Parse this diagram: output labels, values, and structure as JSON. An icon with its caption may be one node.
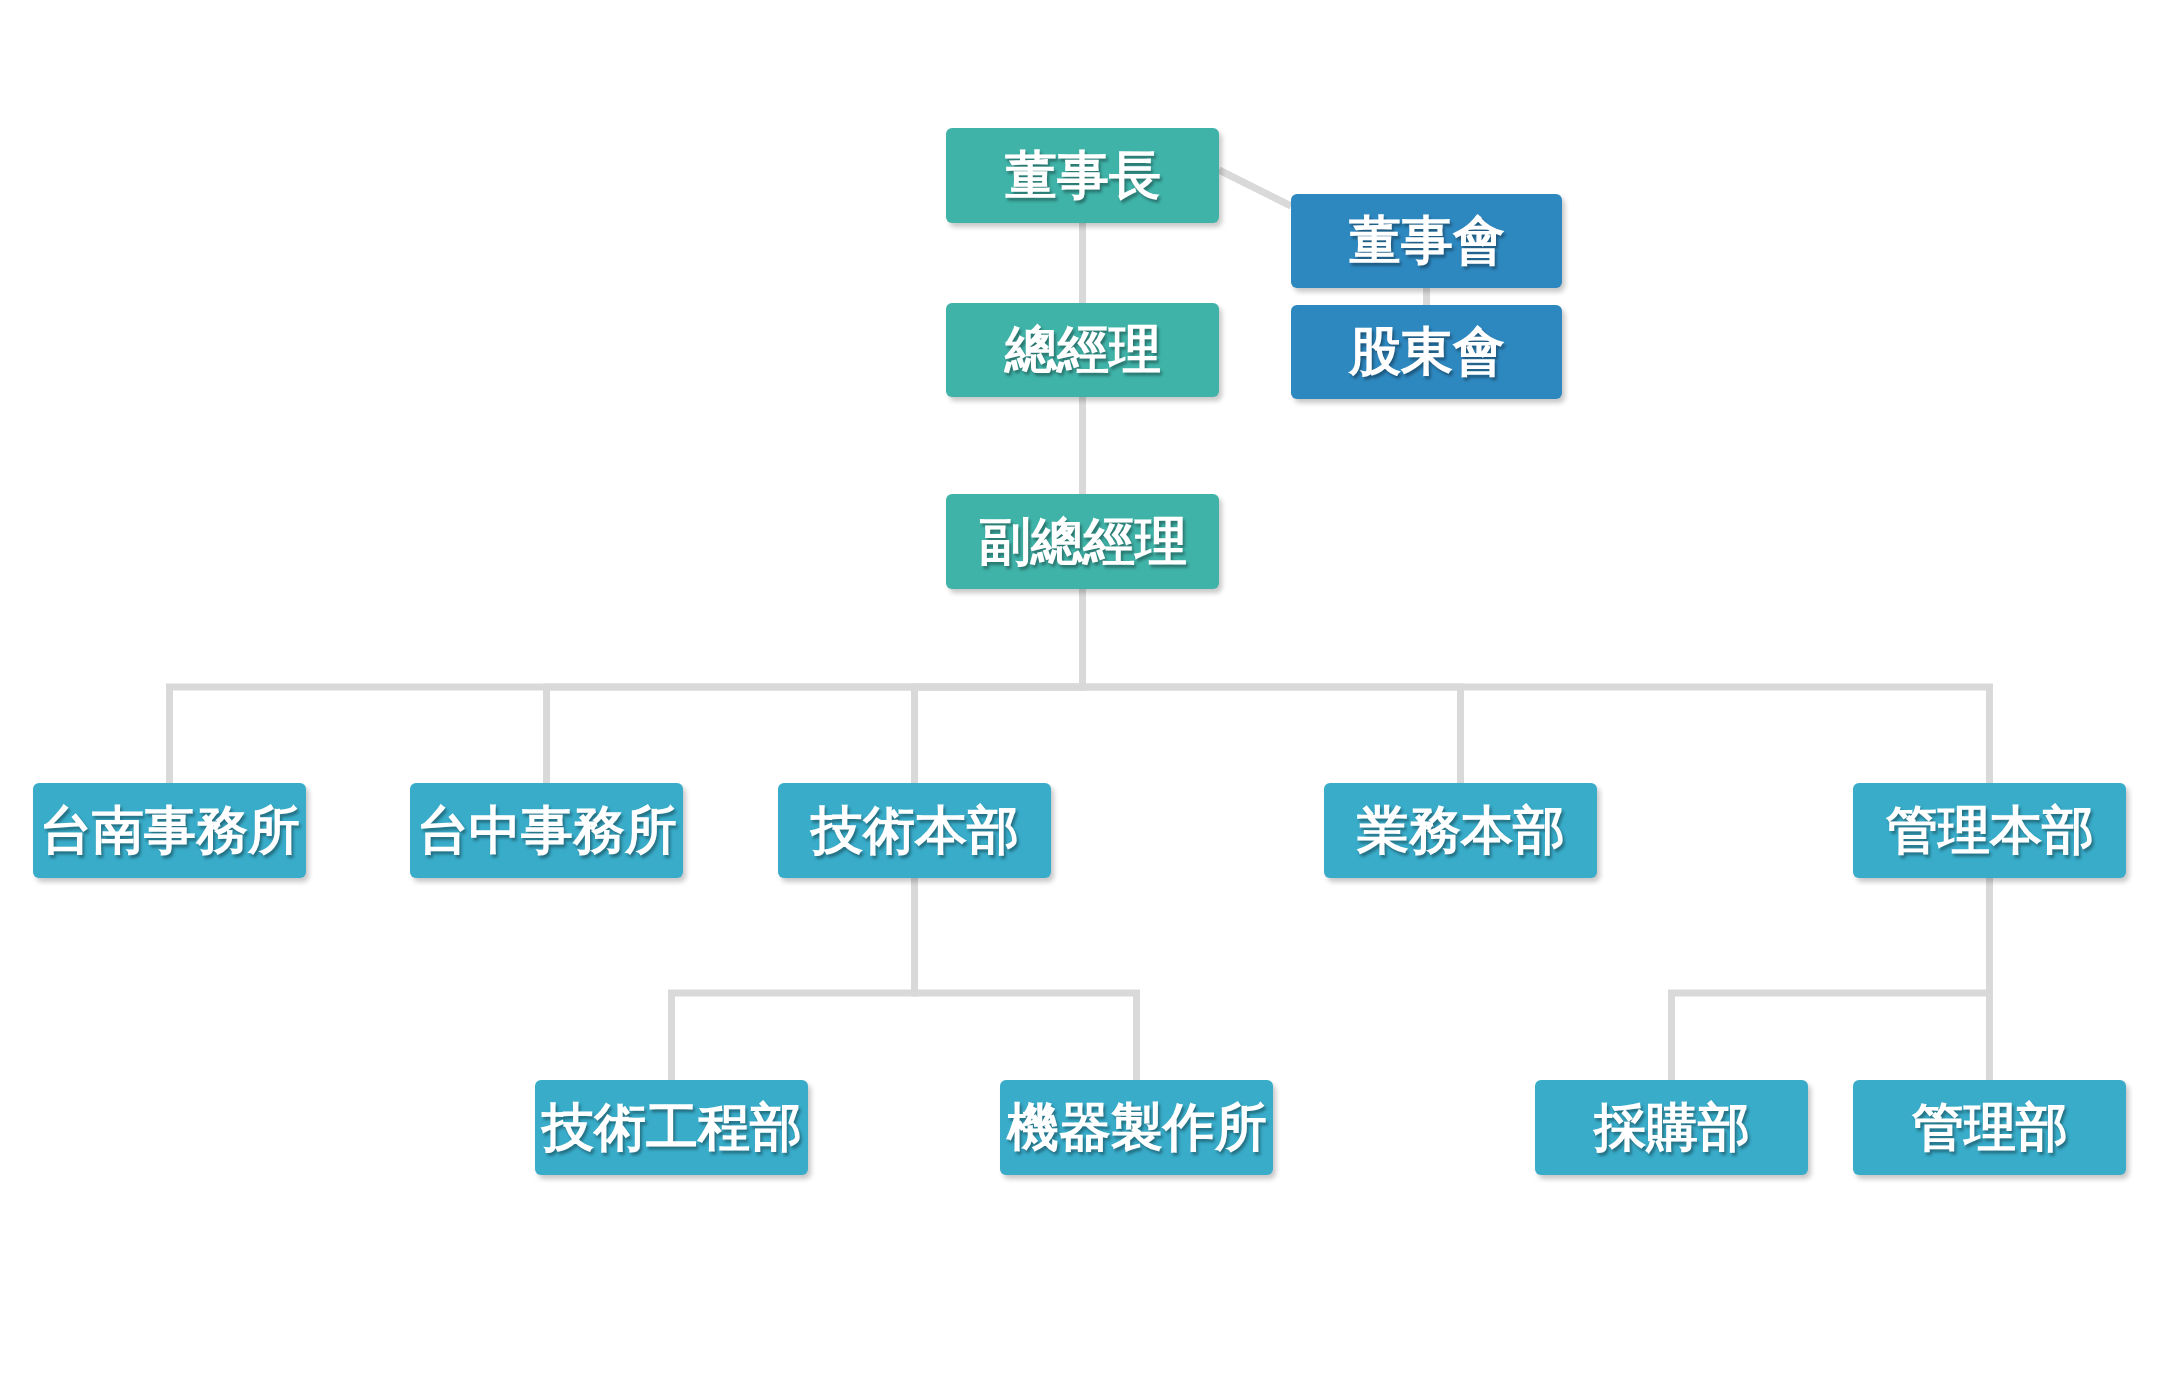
{
  "diagram": {
    "nodes": [
      {
        "text": [
          "董事長"
        ]
      },
      {
        "text": [
          "董事會"
        ]
      },
      {
        "text": [
          "股東會"
        ]
      },
      {
        "text": [
          "總經理"
        ]
      },
      {
        "text": [
          "副總經理"
        ]
      },
      {
        "text": [
          "台南事務所"
        ]
      },
      {
        "text": [
          "台中事務所"
        ]
      },
      {
        "text": [
          "技術本部"
        ]
      },
      {
        "text": [
          "業務本部"
        ]
      },
      {
        "text": [
          "管理本部"
        ]
      },
      {
        "text": [
          "技術工程部"
        ]
      },
      {
        "text": [
          "機器製作所"
        ]
      },
      {
        "text": [
          "採購部"
        ]
      },
      {
        "text": [
          "管理部"
        ]
      }
    ],
    "edges": [
      {
        "from": 0,
        "to": 1,
        "arrow": "none"
      },
      {
        "from": 1,
        "to": 2,
        "arrow": "none"
      },
      {
        "from": 0,
        "to": 3,
        "arrow": "none"
      },
      {
        "from": 3,
        "to": 4,
        "arrow": "none"
      },
      {
        "from": 4,
        "to": 5,
        "arrow": "none"
      },
      {
        "from": 4,
        "to": 6,
        "arrow": "none"
      },
      {
        "from": 4,
        "to": 7,
        "arrow": "none"
      },
      {
        "from": 4,
        "to": 8,
        "arrow": "none"
      },
      {
        "from": 4,
        "to": 9,
        "arrow": "none"
      },
      {
        "from": 7,
        "to": 10,
        "arrow": "none"
      },
      {
        "from": 7,
        "to": 11,
        "arrow": "none"
      },
      {
        "from": 9,
        "to": 12,
        "arrow": "none"
      },
      {
        "from": 9,
        "to": 13,
        "arrow": "none"
      }
    ]
  }
}
